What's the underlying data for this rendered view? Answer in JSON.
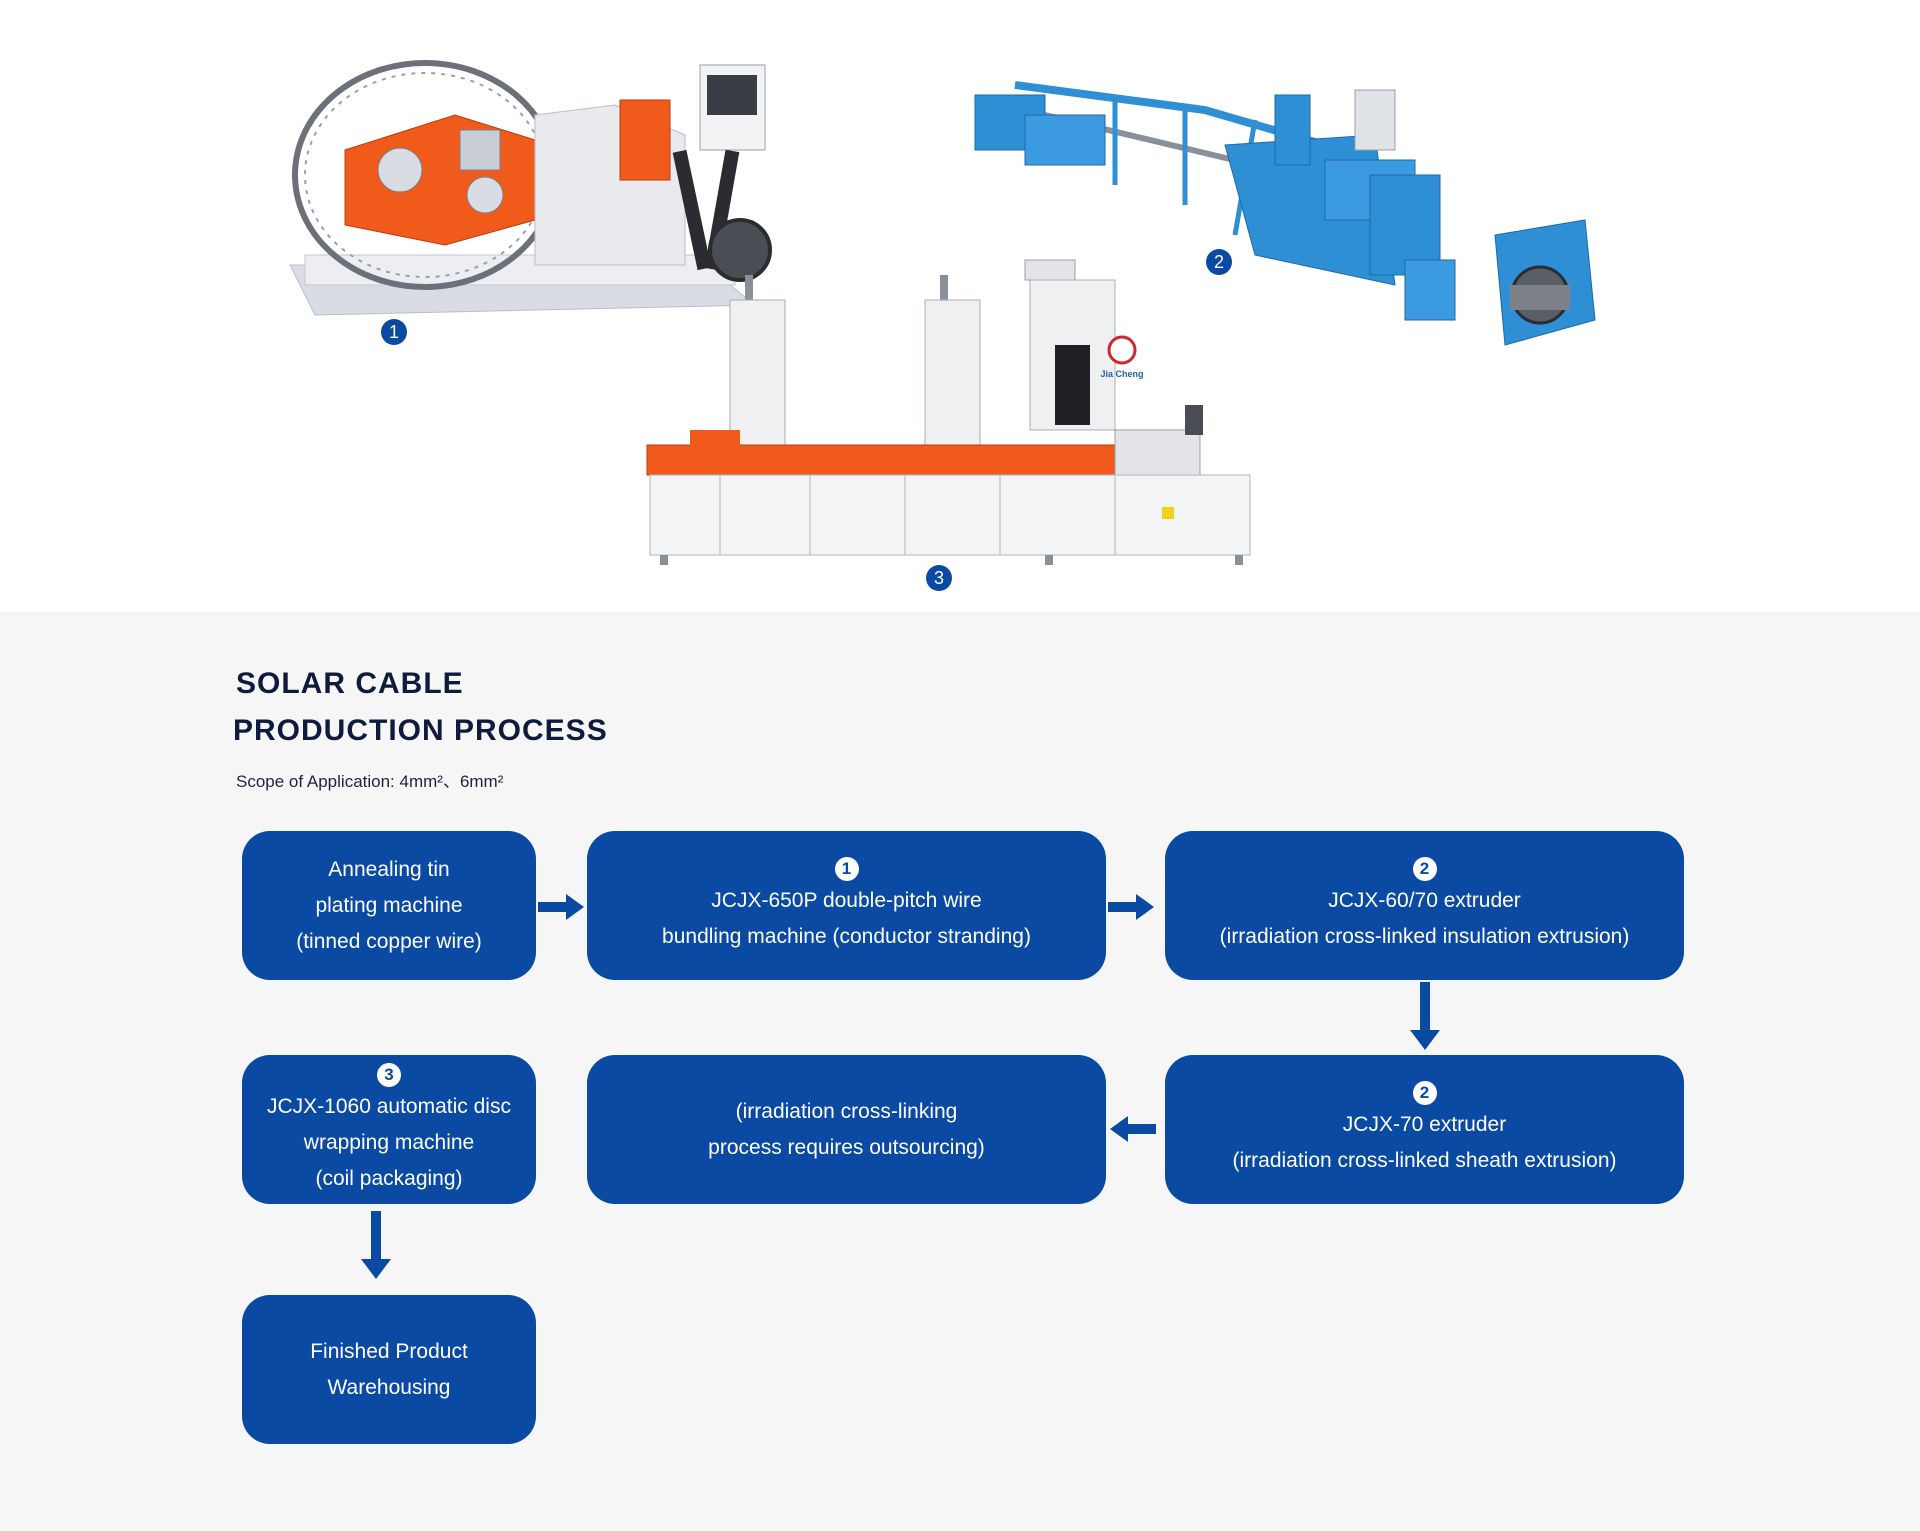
{
  "badges": {
    "b1": "1",
    "b2": "2",
    "b3": "3"
  },
  "logo": {
    "text": "Jia Cheng"
  },
  "section": {
    "title_line1": "SOLAR CABLE",
    "title_line2": "PRODUCTION PROCESS",
    "scope": "Scope of Application: 4mm²、6mm²"
  },
  "steps": {
    "s1": {
      "l1": "Annealing tin",
      "l2": "plating machine",
      "l3": "(tinned copper wire)"
    },
    "s2": {
      "num": "1",
      "l1": "JCJX-650P double-pitch wire",
      "l2": "bundling machine (conductor stranding)"
    },
    "s3": {
      "num": "2",
      "l1": "JCJX-60/70 extruder",
      "l2": "(irradiation cross-linked insulation extrusion)"
    },
    "s4": {
      "num": "2",
      "l1": "JCJX-70 extruder",
      "l2": "(irradiation cross-linked sheath extrusion)"
    },
    "s5": {
      "l1": "(irradiation cross-linking",
      "l2": "process requires outsourcing)"
    },
    "s6": {
      "num": "3",
      "l1": "JCJX-1060 automatic disc",
      "l2": "wrapping machine",
      "l3": "(coil packaging)"
    },
    "s7": {
      "l1": "Finished Product",
      "l2": "Warehousing"
    }
  },
  "colors": {
    "primary": "#0a4aa2",
    "orange": "#f05a1a",
    "machine_blue": "#2f8fd4",
    "machine_grey": "#e4e6ea",
    "background": "#f6f6f6"
  },
  "icons": [
    "arrow-right-icon",
    "arrow-down-icon",
    "arrow-left-icon"
  ]
}
